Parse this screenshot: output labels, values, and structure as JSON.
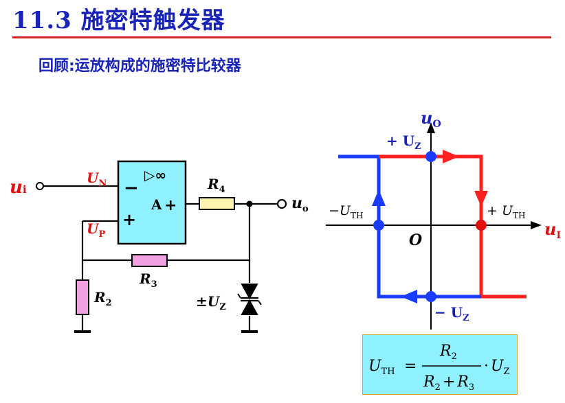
{
  "title": "11.3 施密特触发器",
  "subtitle": "回顾:运放构成的施密特比较器",
  "circuit": {
    "input_label": "u",
    "input_sub": "i",
    "output_label": "u",
    "output_sub": "o",
    "un_label": "U",
    "un_sub": "N",
    "up_label": "U",
    "up_sub": "P",
    "opamp_gain_symbol": "▷∞",
    "opamp_A": "A",
    "minus": "−",
    "plus": "+",
    "r4": "R",
    "r4_sub": "4",
    "r3": "R",
    "r3_sub": "3",
    "r2": "R",
    "r2_sub": "2",
    "zener_label": "±U",
    "zener_sub": "Z"
  },
  "graph": {
    "y_axis_label": "u",
    "y_axis_sub": "O",
    "x_axis_label": "u",
    "x_axis_sub": "I",
    "origin": "O",
    "pos_uz": "+ U",
    "pos_uz_sub": "Z",
    "neg_uz": "− U",
    "neg_uz_sub": "Z",
    "neg_uth": "−U",
    "neg_uth_sub": "TH",
    "pos_uth": "+ U",
    "pos_uth_sub": "TH",
    "colors": {
      "rising": "#ff2020",
      "falling": "#1a3cff",
      "dot": "#1a3cff",
      "dot_red": "#e01010"
    }
  },
  "formula": {
    "lhs": "U",
    "lhs_sub": "TH",
    "eq": "=",
    "num": "R",
    "num_sub": "2",
    "den_a": "R",
    "den_a_sub": "2",
    "den_plus": "+",
    "den_b": "R",
    "den_b_sub": "3",
    "dot": "·",
    "rhs": "U",
    "rhs_sub": "Z"
  }
}
